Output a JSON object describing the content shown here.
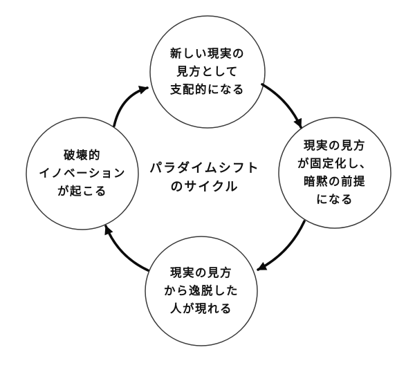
{
  "diagram": {
    "title": "パラダイムシフト\nのサイクル",
    "nodes": {
      "top": {
        "label": "新しい現実の\n見方として\n支配的になる"
      },
      "right": {
        "label": "現実の見方\nが固定化し、\n暗黙の前提\nになる"
      },
      "bottom": {
        "label": "現実の見方\nから逸脱した\n人が現れる"
      },
      "left": {
        "label": "破壊的\nイノベーション\nが起こる"
      }
    },
    "flow_order": [
      "left",
      "top",
      "right",
      "bottom"
    ],
    "colors": {
      "background": "#ffffff",
      "circle_stroke": "#3a3a3a",
      "arrow": "#0b0b0b",
      "text": "#111111"
    }
  }
}
